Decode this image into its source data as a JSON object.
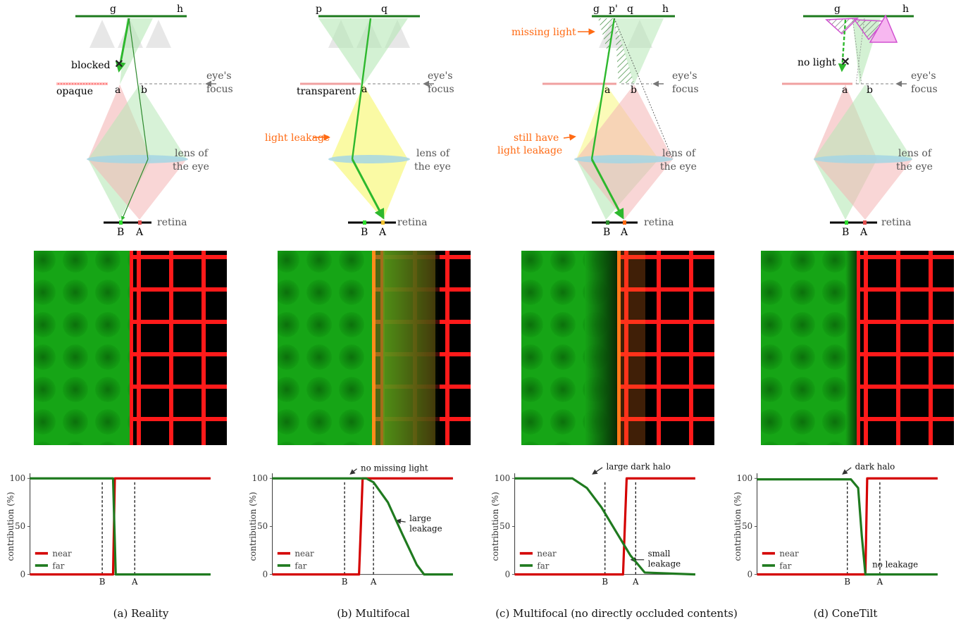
{
  "panels": [
    {
      "caption": "(a) Reality",
      "diagram": {
        "top_left": "g",
        "top_right": "h",
        "annot": "blocked",
        "plane_label": "opaque",
        "focus_label": [
          "eye's",
          "focus"
        ],
        "lens_label": [
          "lens of",
          "the eye"
        ],
        "retina": "retina",
        "pt_a": "a",
        "pt_b": "b",
        "pt_A": "A",
        "pt_B": "B"
      },
      "plot": {
        "annotations": []
      }
    },
    {
      "caption": "(b) Multifocal",
      "diagram": {
        "top_left": "p",
        "top_right": "q",
        "annot": "light leakage",
        "plane_label": "transparent",
        "focus_label": [
          "eye's",
          "focus"
        ],
        "lens_label": [
          "lens of",
          "the eye"
        ],
        "retina": "retina",
        "pt_a": "a",
        "pt_A": "A",
        "pt_B": "B"
      },
      "plot": {
        "annotations": [
          "no missing light",
          "large",
          "leakage"
        ]
      }
    },
    {
      "caption": "(c) Multifocal (no directly occluded contents)",
      "diagram": {
        "top_left": "g",
        "top_mid": "p'",
        "top_mid2": "q",
        "top_right": "h",
        "annot": "missing light",
        "annot2": [
          "still have",
          "light leakage"
        ],
        "focus_label": [
          "eye's",
          "focus"
        ],
        "lens_label": [
          "lens of",
          "the eye"
        ],
        "retina": "retina",
        "pt_a": "a",
        "pt_b": "b",
        "pt_A": "A",
        "pt_B": "B"
      },
      "plot": {
        "annotations": [
          "large dark halo",
          "small",
          "leakage"
        ]
      }
    },
    {
      "caption": "(d) ConeTilt",
      "diagram": {
        "top_left": "g",
        "top_right": "h",
        "annot": "no light",
        "focus_label": [
          "eye's",
          "focus"
        ],
        "lens_label": [
          "lens of",
          "the eye"
        ],
        "retina": "retina",
        "pt_a": "a",
        "pt_b": "b",
        "pt_A": "A",
        "pt_B": "B"
      },
      "plot": {
        "annotations": [
          "dark halo",
          "no leakage"
        ]
      }
    }
  ],
  "chart_data": [
    {
      "type": "line",
      "ylabel": "contribution (%)",
      "xlabel": "",
      "yticks": [
        0,
        50,
        100
      ],
      "xticks": [
        "B",
        "A"
      ],
      "ylim": [
        0,
        100
      ],
      "legend": [
        "near",
        "far"
      ],
      "series": [
        {
          "name": "near",
          "color": "#d40000",
          "x": [
            0,
            0.46,
            0.47,
            1
          ],
          "y": [
            0,
            0,
            100,
            100
          ]
        },
        {
          "name": "far",
          "color": "#1f7a1f",
          "x": [
            0,
            0.46,
            0.475,
            1
          ],
          "y": [
            100,
            100,
            0,
            0
          ]
        }
      ]
    },
    {
      "type": "line",
      "ylabel": "contribution (%)",
      "xlabel": "",
      "yticks": [
        0,
        50,
        100
      ],
      "xticks": [
        "B",
        "A"
      ],
      "ylim": [
        0,
        100
      ],
      "legend": [
        "near",
        "far"
      ],
      "series": [
        {
          "name": "near",
          "color": "#d40000",
          "x": [
            0,
            0.48,
            0.5,
            1
          ],
          "y": [
            0,
            0,
            100,
            100
          ]
        },
        {
          "name": "far",
          "color": "#1f7a1f",
          "x": [
            0,
            0.52,
            0.56,
            0.64,
            0.72,
            0.8,
            0.84,
            1
          ],
          "y": [
            100,
            100,
            96,
            75,
            42,
            10,
            0,
            0
          ]
        }
      ]
    },
    {
      "type": "line",
      "ylabel": "contribution (%)",
      "xlabel": "",
      "yticks": [
        0,
        50,
        100
      ],
      "xticks": [
        "B",
        "A"
      ],
      "ylim": [
        0,
        100
      ],
      "legend": [
        "near",
        "far"
      ],
      "series": [
        {
          "name": "near",
          "color": "#d40000",
          "x": [
            0,
            0.6,
            0.62,
            1
          ],
          "y": [
            0,
            0,
            100,
            100
          ]
        },
        {
          "name": "far",
          "color": "#1f7a1f",
          "x": [
            0,
            0.32,
            0.4,
            0.48,
            0.56,
            0.64,
            0.72,
            1
          ],
          "y": [
            100,
            100,
            90,
            70,
            45,
            20,
            2,
            0
          ]
        }
      ]
    },
    {
      "type": "line",
      "ylabel": "contribution (%)",
      "xlabel": "",
      "yticks": [
        0,
        50,
        100
      ],
      "xticks": [
        "B",
        "A"
      ],
      "ylim": [
        0,
        100
      ],
      "legend": [
        "near",
        "far"
      ],
      "series": [
        {
          "name": "near",
          "color": "#d40000",
          "x": [
            0,
            0.6,
            0.61,
            1
          ],
          "y": [
            0,
            0,
            100,
            100
          ]
        },
        {
          "name": "far",
          "color": "#1f7a1f",
          "x": [
            0,
            0.45,
            0.52,
            0.56,
            0.58,
            0.6,
            1
          ],
          "y": [
            99,
            99,
            99,
            90,
            40,
            0,
            0
          ]
        }
      ]
    }
  ],
  "plot_labels": {
    "near": "near",
    "far": "far"
  }
}
